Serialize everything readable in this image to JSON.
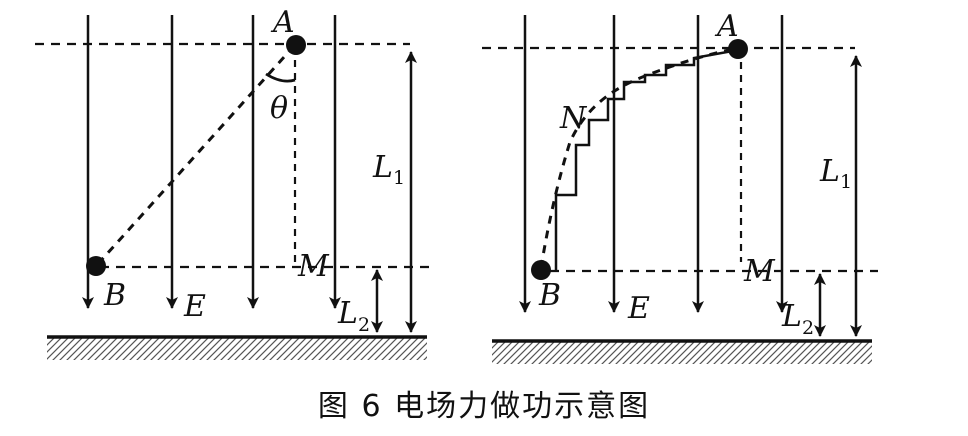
{
  "caption": "图 6 电场力做功示意图",
  "left_panel": {
    "point_a": "A",
    "point_b": "B",
    "point_m": "M",
    "field": "E",
    "angle": "θ",
    "l1": {
      "letter": "L",
      "sub": "1"
    },
    "l2": {
      "letter": "L",
      "sub": "2"
    }
  },
  "right_panel": {
    "point_a": "A",
    "point_b": "B",
    "point_m": "M",
    "point_n": "N",
    "field": "E",
    "l1": {
      "letter": "L",
      "sub": "1"
    },
    "l2": {
      "letter": "L",
      "sub": "2"
    }
  },
  "colors": {
    "ink": "#111111"
  }
}
